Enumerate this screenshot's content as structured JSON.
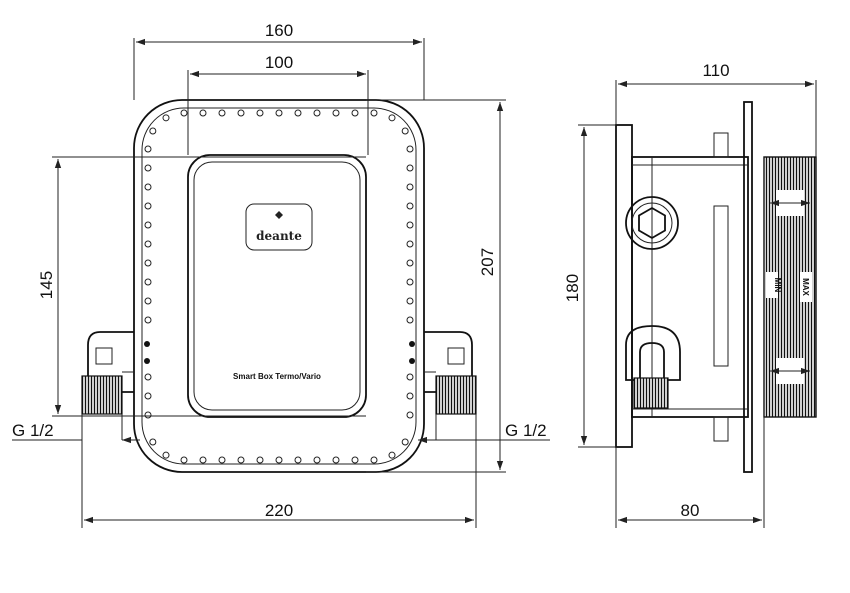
{
  "front_view": {
    "dim_top_outer": "160",
    "dim_top_inner": "100",
    "dim_left_height": "145",
    "dim_right_height": "207",
    "dim_bottom_width": "220",
    "thread_left": "G 1/2",
    "thread_right": "G 1/2",
    "logo_text": "deante",
    "product_label": "Smart Box Termo/Vario"
  },
  "side_view": {
    "dim_top_depth": "110",
    "dim_left_height": "180",
    "dim_bottom_depth": "80",
    "label_min": "MIN",
    "label_max": "MAX"
  }
}
